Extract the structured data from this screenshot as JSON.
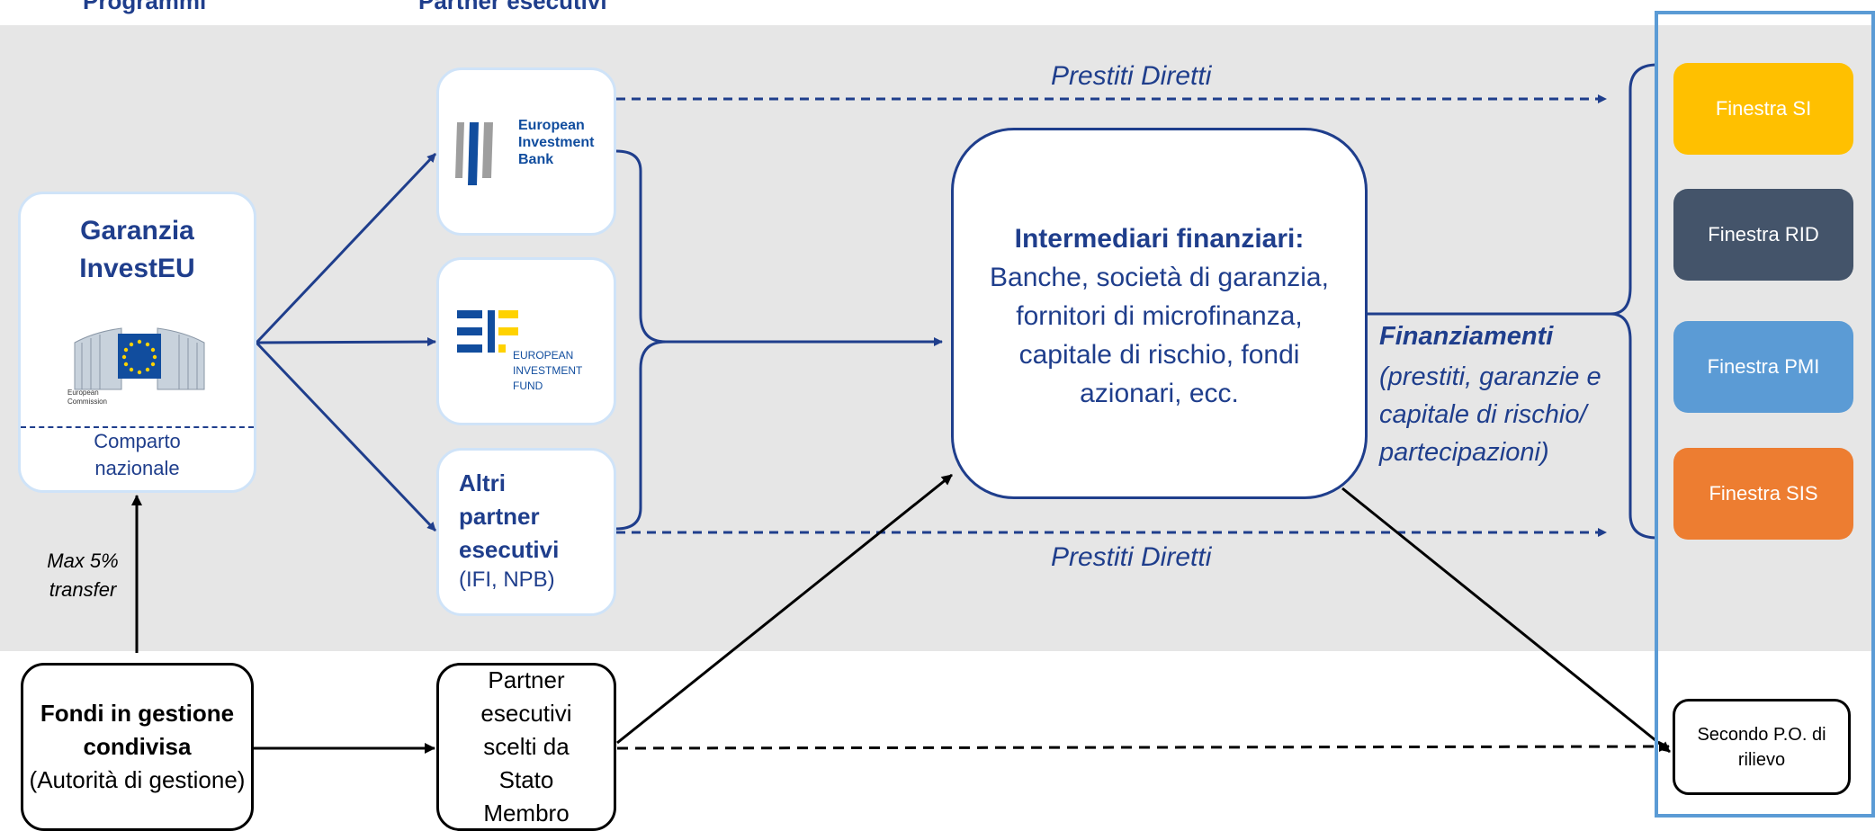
{
  "headers": {
    "programs": "Programmi",
    "partners": "Partner esecutivi"
  },
  "guarantee": {
    "title": "Garanzia InvestEU",
    "logo_caption": "European Commission",
    "compartment": "Comparto nazionale"
  },
  "eib": {
    "name_line1": "European",
    "name_line2": "Investment",
    "name_line3": "Bank"
  },
  "eif": {
    "name_line1": "EUROPEAN",
    "name_line2": "INVESTMENT",
    "name_line3": "FUND"
  },
  "other_partners": {
    "title": "Altri partner esecutivi",
    "subtitle": "(IFI, NPB)"
  },
  "intermediaries": {
    "title": "Intermediari finanziari:",
    "body": "Banche, società di garanzia, fornitori di microfinanza, capitale di rischio, fondi azionari, ecc."
  },
  "direct_loans_top": "Prestiti Diretti",
  "direct_loans_bottom": "Prestiti Diretti",
  "financing": {
    "title": "Finanziamenti",
    "body": "(prestiti, garanzie e capitale di rischio/ partecipazioni)"
  },
  "windows": [
    {
      "label": "Finestra SI",
      "color": "#ffc000"
    },
    {
      "label": "Finestra RID",
      "color": "#44546a"
    },
    {
      "label": "Finestra PMI",
      "color": "#5b9bd5"
    },
    {
      "label": "Finestra SIS",
      "color": "#ed7d31"
    }
  ],
  "transfer_note": "Max 5% transfer",
  "shared_funds": {
    "title": "Fondi in gestione condivisa",
    "subtitle": "(Autorità di gestione)"
  },
  "member_partners": {
    "label": "Partner esecutivi scelti da Stato Membro"
  },
  "second_po": {
    "label": "Secondo P.O. di rilievo"
  },
  "colors": {
    "navy": "#1f3e8c",
    "band": "#e6e6e6",
    "frame": "#5b9bd5",
    "box_border": "#cfe3f8"
  }
}
